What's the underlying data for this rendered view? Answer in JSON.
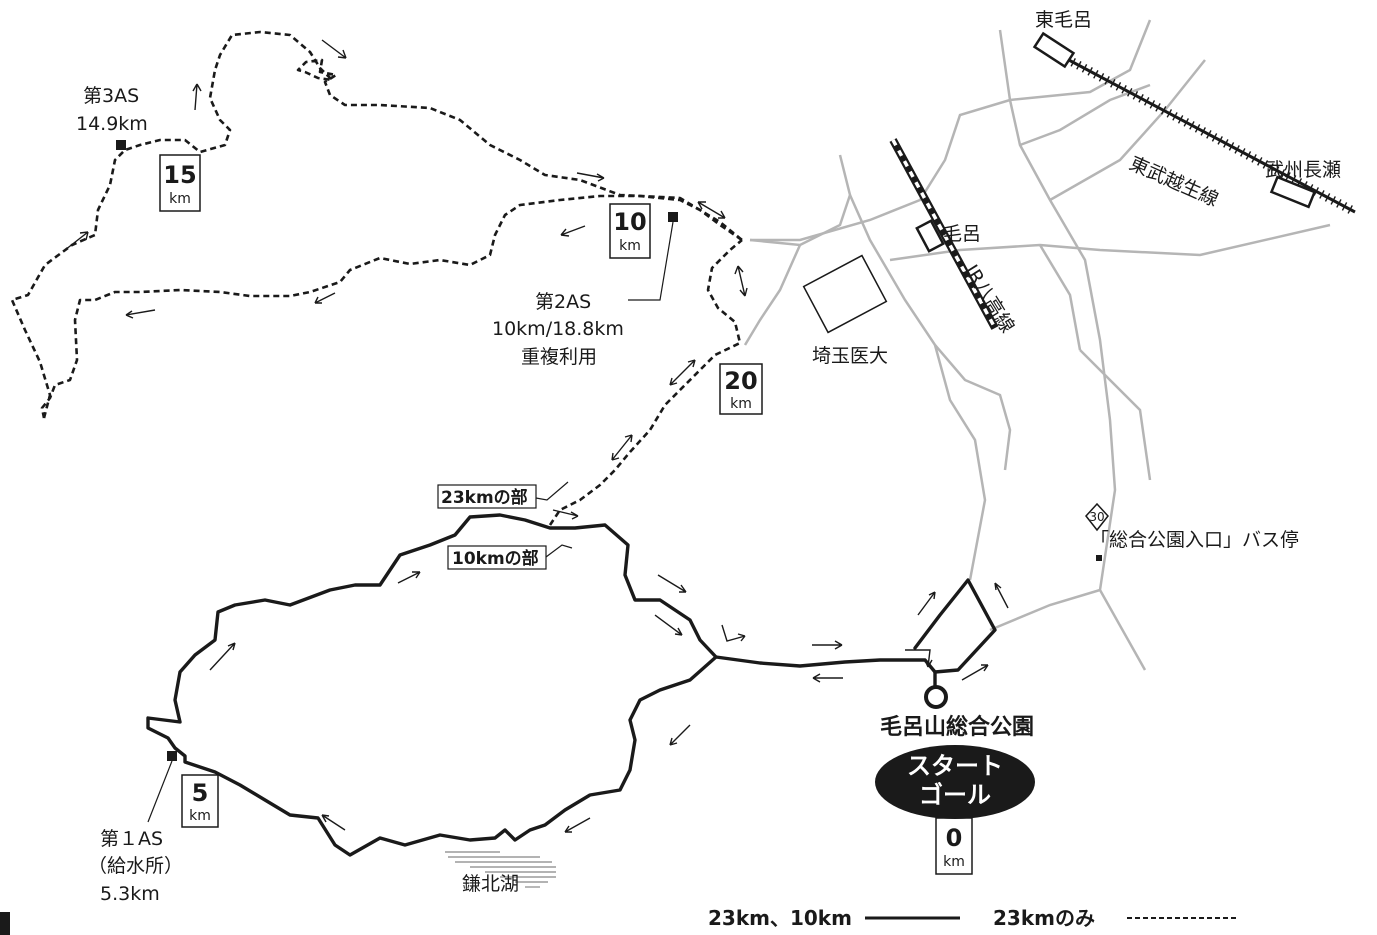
{
  "stations": {
    "higashi_moro": "東毛呂",
    "bushu_nagase": "武州長瀬",
    "moro": "毛呂"
  },
  "rail_lines": {
    "tobu": "東武越生線",
    "jr": "JR八高線"
  },
  "landmarks": {
    "saitama_med": "埼玉医大",
    "bus_stop": "「総合公園入口」バス停",
    "route_number": "30",
    "lake": "鎌北湖",
    "park": "毛呂山総合公園"
  },
  "start_goal": {
    "line1": "スタート",
    "line2": "ゴール"
  },
  "aid_stations": {
    "as1": {
      "line1": "第１AS",
      "line2": "（給水所）",
      "line3": "5.3km"
    },
    "as2": {
      "line1": "第2AS",
      "line2": "10km/18.8km",
      "line3": "重複利用"
    },
    "as3": {
      "line1": "第3AS",
      "line2": "14.9km"
    }
  },
  "km_markers": [
    {
      "num": "0",
      "unit": "km"
    },
    {
      "num": "5",
      "unit": "km"
    },
    {
      "num": "10",
      "unit": "km"
    },
    {
      "num": "15",
      "unit": "km"
    },
    {
      "num": "20",
      "unit": "km"
    }
  ],
  "course_tags": {
    "c23": "23kmの部",
    "c10": "10kmの部"
  },
  "legend": {
    "solid_label": "23km、10km",
    "dashed_label": "23kmのみ"
  },
  "colors": {
    "route": "#1a1a1a",
    "road": "#b5b5b5",
    "background": "#ffffff"
  }
}
